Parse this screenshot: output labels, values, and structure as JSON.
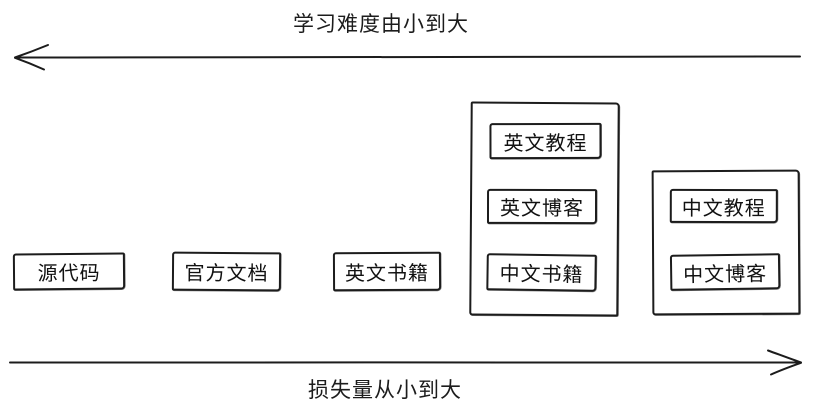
{
  "colors": {
    "stroke": "#1c1c1c",
    "background": "#ffffff",
    "text": "#111111"
  },
  "axes": {
    "top": {
      "label": "学习难度由小到大",
      "arrow_direction": "left"
    },
    "bottom": {
      "label": "损失量从小到大",
      "arrow_direction": "right"
    }
  },
  "nodes": {
    "source_code": "源代码",
    "official_docs": "官方文档",
    "english_books": "英文书籍"
  },
  "groups": [
    {
      "name": "group-middle",
      "items": [
        "英文教程",
        "英文博客",
        "中文书籍"
      ]
    },
    {
      "name": "group-right",
      "items": [
        "中文教程",
        "中文博客"
      ]
    }
  ]
}
